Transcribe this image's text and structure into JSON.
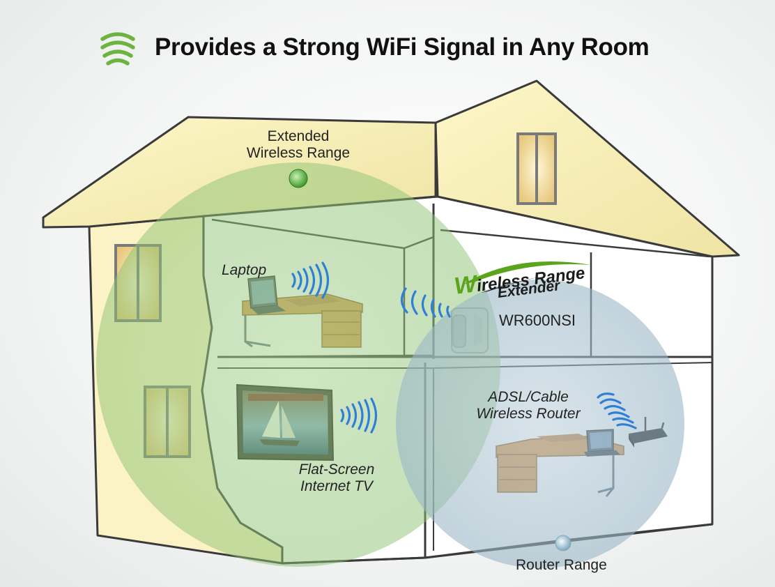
{
  "title": "Provides a Strong WiFi Signal in Any Room",
  "labels": {
    "extended_range_line1": "Extended",
    "extended_range_line2": "Wireless Range",
    "laptop": "Laptop",
    "tv_line1": "Flat-Screen",
    "tv_line2": "Internet TV",
    "router_line1": "ADSL/Cable",
    "router_line2": "Wireless Router",
    "router_range": "Router Range",
    "extender_brand_initial": "W",
    "extender_brand_rest": "ireless Range",
    "extender_brand_line2": "Extender",
    "extender_model": "WR600NSI"
  },
  "icons": {
    "wifi": "wifi-icon",
    "signal": "signal-waves-icon"
  },
  "colors": {
    "extended_range": "#7fbf6a",
    "router_range": "#8fb0c4",
    "wifi_green": "#6db33f",
    "signal_blue": "#2f7fd6",
    "wall_yellow": "#fbf3c4",
    "wood": "#d8954a"
  }
}
